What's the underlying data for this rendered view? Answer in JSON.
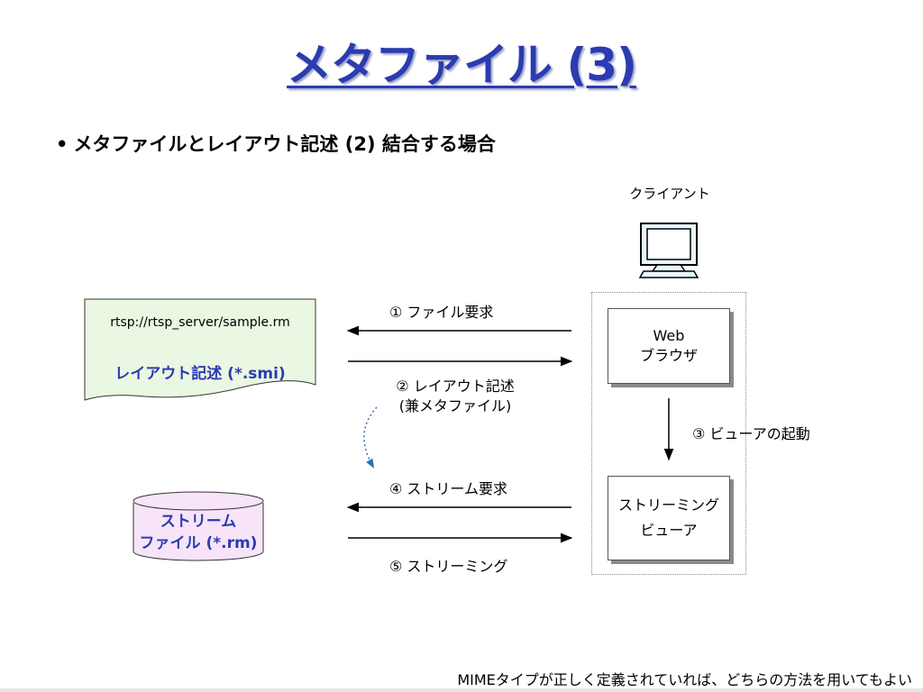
{
  "title": "メタファイル (3)",
  "bullet": {
    "marker": "•",
    "text": "メタファイルとレイアウト記述 (2) 結合する場合"
  },
  "client": {
    "label": "クライアント",
    "icon": "computer-monitor-icon"
  },
  "web_browser": {
    "line1": "Web",
    "line2": "ブラウザ"
  },
  "streaming_viewer": {
    "line1": "ストリーミング",
    "line2": "ビューア"
  },
  "metafile_document": {
    "url": "rtsp://rtsp_server/sample.rm",
    "name": "レイアウト記述 (*.smi)"
  },
  "stream_file": {
    "line1": "ストリーム",
    "line2": "ファイル (*.rm)"
  },
  "steps": {
    "step1": "① ファイル要求",
    "step2_line1": "② レイアウト記述",
    "step2_line2": "(兼メタファイル)",
    "step3": "③ ビューアの起動",
    "step4": "④ ストリーム要求",
    "step5": "⑤ ストリーミング"
  },
  "footer": "MIMEタイプが正しく定義されていれば、どちらの方法を用いてもよい",
  "colors": {
    "title": "#2b3bb0",
    "document_fill": "#eaf7e2",
    "cylinder_fill": "#f8e4f8",
    "monitor_screen": "#e8f8ff",
    "dotted_arrow": "#2f6fb8"
  }
}
